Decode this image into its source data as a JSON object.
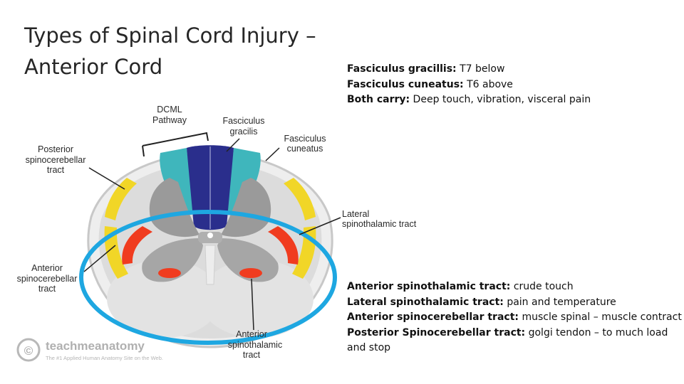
{
  "title": {
    "line1": "Types of Spinal Cord Injury –",
    "line2": "Anterior Cord"
  },
  "notes_top": [
    {
      "term": "Fasciculus gracillis:",
      "desc": " T7 below"
    },
    {
      "term": "Fasciculus cuneatus:",
      "desc": " T6 above"
    },
    {
      "term": "Both carry:",
      "desc": " Deep touch, vibration, visceral pain"
    }
  ],
  "notes_bottom": [
    {
      "term": "Anterior spinothalamic tract:",
      "desc": " crude touch"
    },
    {
      "term": "Lateral spinothalamic tract:",
      "desc": " pain and temperature"
    },
    {
      "term": "Anterior spinocerebellar tract:",
      "desc": " muscle spinal – muscle contract"
    },
    {
      "term": "Posterior Spinocerebellar tract:",
      "desc": " golgi tendon – to much load and stop"
    }
  ],
  "diagram": {
    "labels": {
      "dcml_1": "DCML",
      "dcml_2": "Pathway",
      "gracilis_1": "Fasciculus",
      "gracilis_2": "gracilis",
      "cuneatus_1": "Fasciculus",
      "cuneatus_2": "cuneatus",
      "post_sc_1": "Posterior",
      "post_sc_2": "spinocerebellar",
      "post_sc_3": "tract",
      "lat_st_1": "Lateral",
      "lat_st_2": "spinothalamic tract",
      "ant_sc_1": "Anterior",
      "ant_sc_2": "spinocerebellar",
      "ant_sc_3": "tract",
      "ant_st_1": "Anterior",
      "ant_st_2": "spinothalamic",
      "ant_st_3": "tract"
    },
    "watermark": {
      "logo": "©",
      "name": "teachmeanatomy",
      "tagline": "The #1 Applied Human Anatomy Site on the Web."
    },
    "colors": {
      "dorsal_column_medial": "#2a2e8c",
      "dorsal_column_lateral": "#3fb6bc",
      "spinocerebellar": "#f1d627",
      "spinothalamic": "#f03c1f",
      "highlight_ellipse": "#1ea7e1"
    }
  }
}
